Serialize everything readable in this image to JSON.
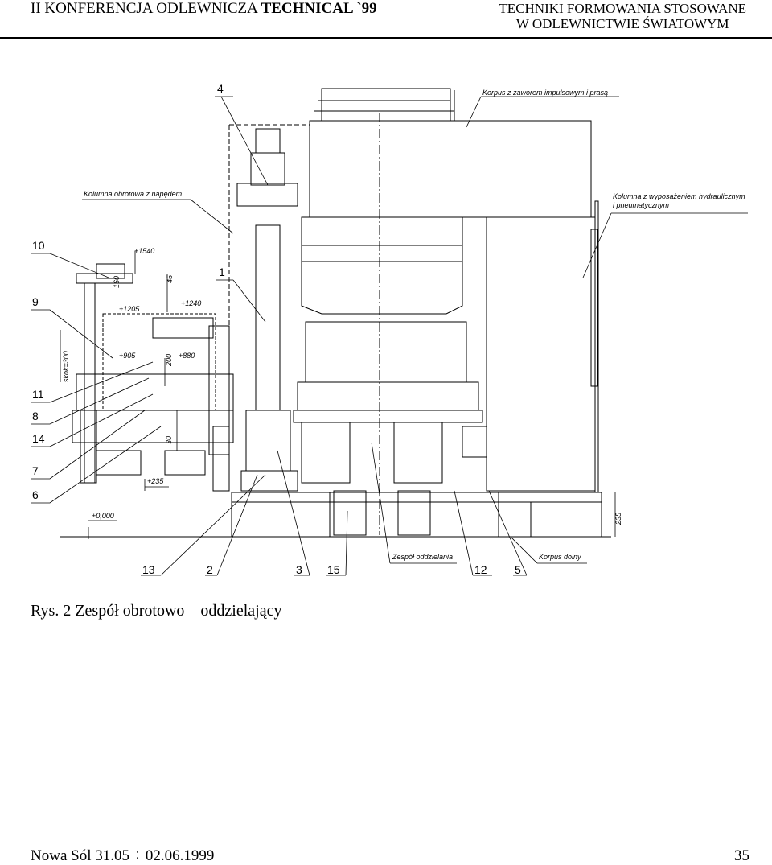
{
  "header": {
    "left_prefix": "II KONFERENCJA ODLEWNICZA ",
    "left_bold": "TECHNICAL `99",
    "right_line1": "TECHNIKI FORMOWANIA STOSOWANE",
    "right_line2": "W ODLEWNICTWIE ŚWIATOWYM"
  },
  "figure": {
    "caption": "Rys. 2 Zespół obrotowo – oddzielający",
    "part_labels": {
      "korpus_zawor": "Korpus z zaworem impulsowym i prasą",
      "kolumna_obrotowa": "Kolumna obrotowa z napędem",
      "kolumna_hydr_1": "Kolumna z wyposażeniem hydraulicznym",
      "kolumna_hydr_2": "i pneumatycznym",
      "zespol_oddzielania": "Zespół oddzielania",
      "korpus_dolny": "Korpus dolny"
    },
    "dimensions": {
      "d1540": "+1540",
      "d160": "160",
      "d45": "45",
      "d1205": "+1205",
      "d1240": "+1240",
      "skok": "skok=300",
      "d905": "+905",
      "d200": "200",
      "d880": "+880",
      "d30": "30",
      "d235p": "+235",
      "d0": "+0,000",
      "d235": "235"
    },
    "callouts": {
      "n4": "4",
      "n10": "10",
      "n1": "1",
      "n9": "9",
      "n11": "11",
      "n8": "8",
      "n14": "14",
      "n7": "7",
      "n6": "6",
      "n13": "13",
      "n2": "2",
      "n3": "3",
      "n15": "15",
      "n12": "12",
      "n5": "5"
    }
  },
  "footer": {
    "place_date": "Nowa Sól    31.05 ÷ 02.06.1999",
    "page_number": "35"
  }
}
